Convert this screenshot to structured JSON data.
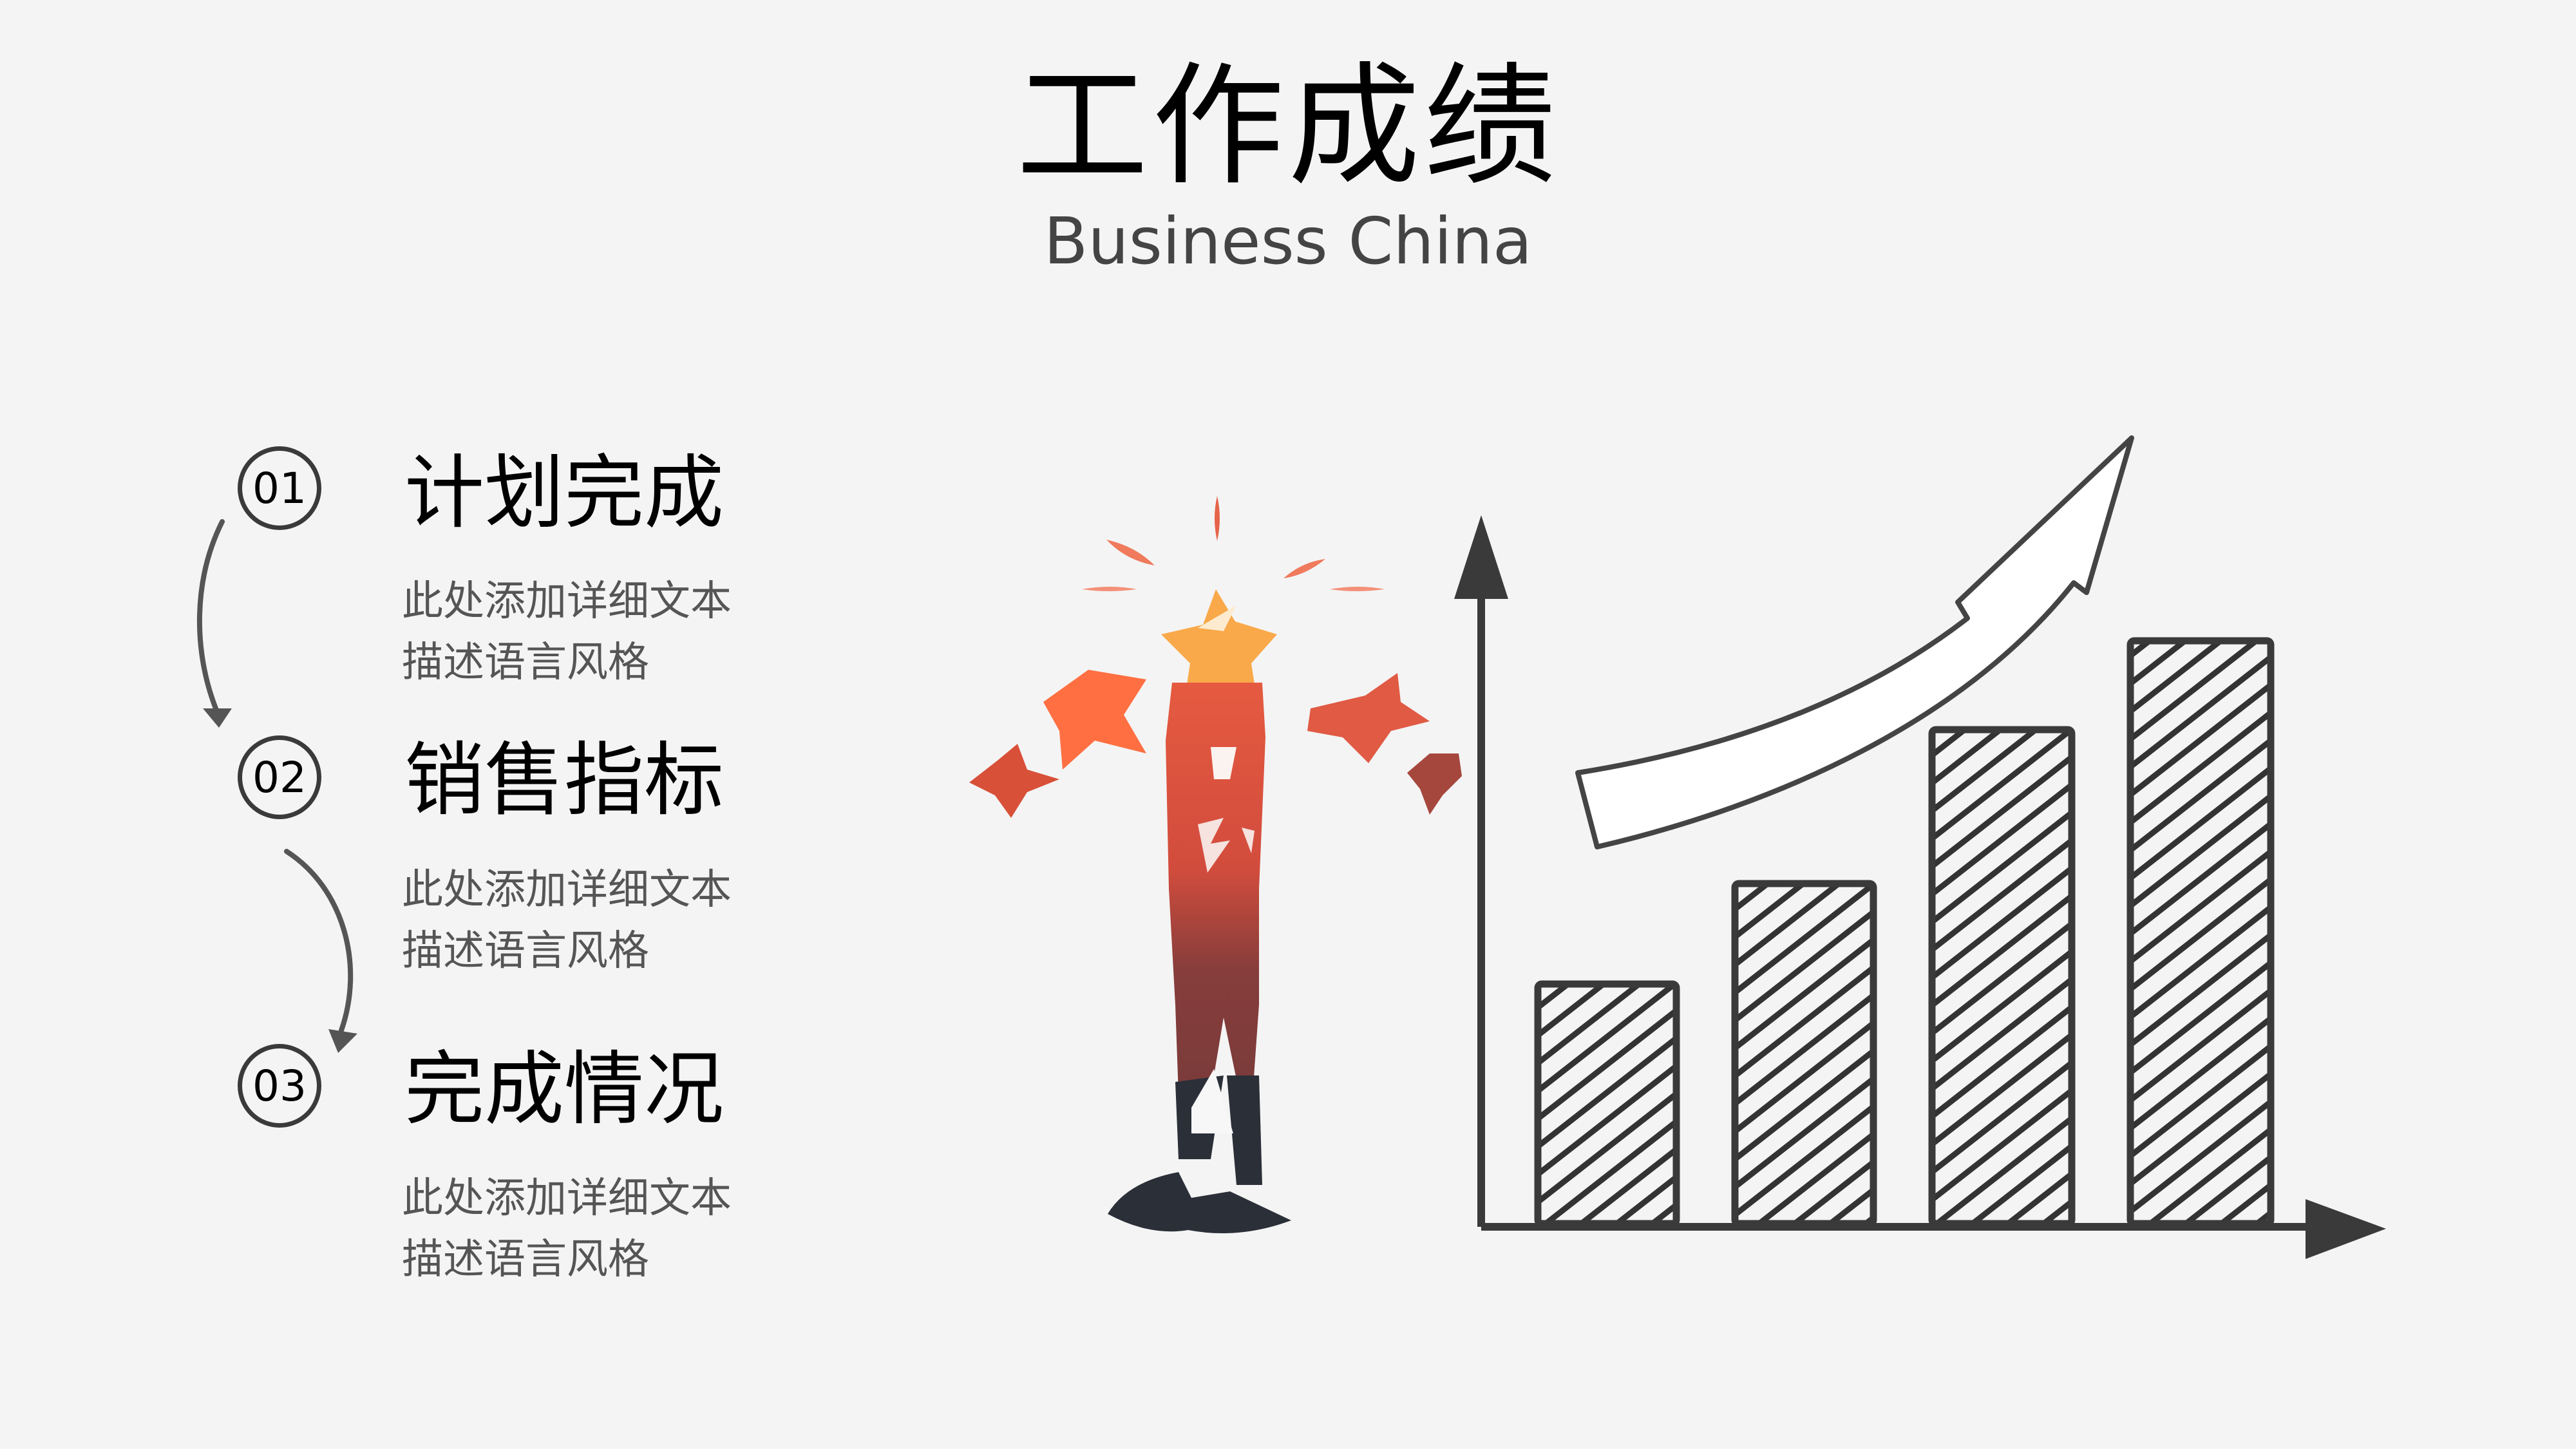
{
  "header": {
    "title": "工作成绩",
    "subtitle": "Business China"
  },
  "items": [
    {
      "number": "01",
      "heading": "计划完成",
      "desc_line1": "此处添加详细文本",
      "desc_line2": "描述语言风格"
    },
    {
      "number": "02",
      "heading": "销售指标",
      "desc_line1": "此处添加详细文本",
      "desc_line2": "描述语言风格"
    },
    {
      "number": "03",
      "heading": "完成情况",
      "desc_line1": "此处添加详细文本",
      "desc_line2": "描述语言风格"
    }
  ],
  "illustration": {
    "figure": "person-holding-star-icon",
    "chart": "hand-drawn-bar-chart-with-up-arrow"
  },
  "colors": {
    "star": "#f9a94a",
    "accent": "#e35440",
    "dark": "#2a2f38",
    "ink": "#3a3a3a"
  }
}
